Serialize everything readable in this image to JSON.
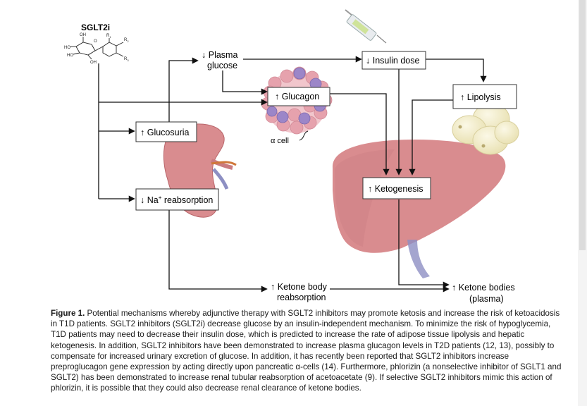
{
  "figure": {
    "drug_label": "SGLT2i",
    "structure": {
      "oh_top": "OH",
      "ho_left": "HO",
      "ho_low": "HO",
      "oh_bottom": "OH",
      "r1": "R",
      "r1_sub": "1",
      "r2": "R",
      "r2_sub": "2",
      "r3": "R",
      "r3_sub": "3",
      "o": "O"
    },
    "nodes": {
      "plasma_glucose_line1": "Plasma",
      "plasma_glucose_line2": "glucose",
      "insulin_dose": "Insulin dose",
      "glucagon": "Glucagon",
      "lipolysis": "Lipolysis",
      "glucosuria": "Glucosuria",
      "na_reabsorption_pre": "Na",
      "na_reabsorption_sup": "+",
      "na_reabsorption_post": " reabsorption",
      "ketogenesis": "Ketogenesis",
      "ketone_body_reabsorption_line1": "Ketone body",
      "ketone_body_reabsorption_line2": "reabsorption",
      "ketone_bodies_plasma_line1": "Ketone bodies",
      "ketone_bodies_plasma_line2": "(plasma)",
      "alpha_cell_label": "α cell"
    },
    "arrow_symbols": {
      "up": "↑",
      "down": "↓"
    },
    "colors": {
      "organ_pink": "#d98c8f",
      "organ_dark": "#b9666b",
      "islet_pink": "#e6a2ad",
      "islet_purple": "#9c86c8",
      "fat_yellow": "#f3eed0",
      "vessel_blue": "#8d8fc3"
    }
  },
  "caption": {
    "label": "Figure 1.",
    "text": " Potential mechanisms whereby adjunctive therapy with SGLT2 inhibitors may promote ketosis and increase the risk of ketoacidosis in T1D patients. SGLT2 inhibitors (SGLT2i) decrease glucose by an insulin-independent mechanism. To minimize the risk of hypoglycemia, T1D patients may need to decrease their insulin dose, which is predicted to increase the rate of adipose tissue lipolysis and hepatic ketogenesis. In addition, SGLT2 inhibitors have been demonstrated to increase plasma glucagon levels in T2D patients (12, 13), possibly to compensate for increased urinary excretion of glucose. In addition, it has recently been reported that SGLT2 inhibitors increase preproglucagon gene expression by acting directly upon pancreatic α-cells (14). Furthermore, phlorizin (a nonselective inhibitor of SGLT1 and SGLT2) has been demonstrated to increase renal tubular reabsorption of acetoacetate (9). If selective SGLT2 inhibitors mimic this action of phlorizin, it is possible that they could also decrease renal clearance of ketone bodies."
  }
}
